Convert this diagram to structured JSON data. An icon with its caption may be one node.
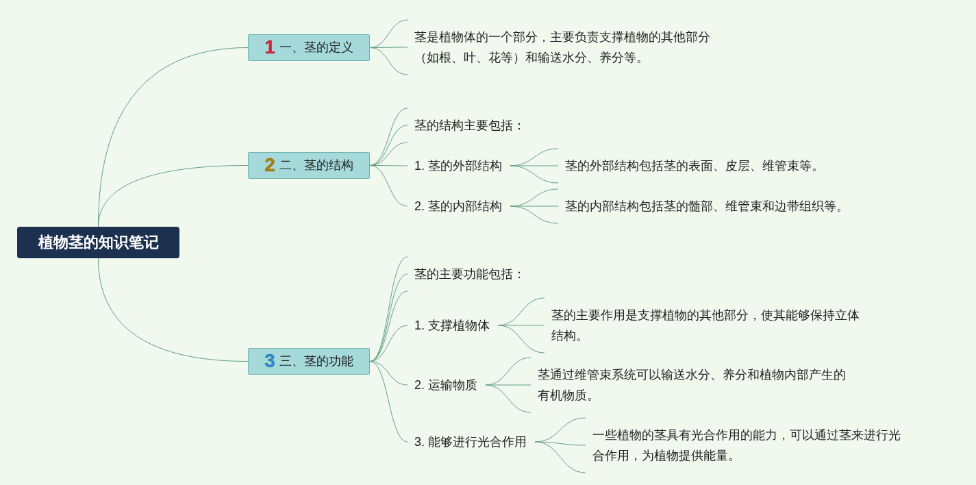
{
  "diagram": {
    "nodes": [
      {
        "text": [
          "植物茎的知识笔记"
        ]
      },
      {
        "text": [
          "1",
          "一、茎的定义"
        ]
      },
      {
        "text": [
          "茎是植物体的一个部分，主要负责支撑植物的其他部分（如根、叶、花等）和输送水分、养分等。"
        ]
      },
      {
        "text": [
          "2",
          "二、茎的结构"
        ]
      },
      {
        "text": [
          "茎的结构主要包括："
        ]
      },
      {
        "text": [
          "1. 茎的外部结构"
        ]
      },
      {
        "text": [
          "茎的外部结构包括茎的表面、皮层、维管束等。"
        ]
      },
      {
        "text": [
          "2. 茎的内部结构"
        ]
      },
      {
        "text": [
          "茎的内部结构包括茎的髓部、维管束和边带组织等。"
        ]
      },
      {
        "text": [
          "3",
          "三、茎的功能"
        ]
      },
      {
        "text": [
          "茎的主要功能包括："
        ]
      },
      {
        "text": [
          "1. 支撑植物体"
        ]
      },
      {
        "text": [
          "茎的主要作用是支撑植物的其他部分，使其能够保持立体结构。"
        ]
      },
      {
        "text": [
          "2. 运输物质"
        ]
      },
      {
        "text": [
          "茎通过维管束系统可以输送水分、养分和植物内部产生的有机物质。"
        ]
      },
      {
        "text": [
          "3. 能够进行光合作用"
        ]
      },
      {
        "text": [
          "一些植物的茎具有光合作用的能力，可以通过茎来进行光合作用，为植物提供能量。"
        ]
      }
    ],
    "edges": [
      {
        "from": 0,
        "to": 1,
        "arrow": "none"
      },
      {
        "from": 0,
        "to": 3,
        "arrow": "none"
      },
      {
        "from": 0,
        "to": 9,
        "arrow": "none"
      },
      {
        "from": 1,
        "to": 2,
        "arrow": "none"
      },
      {
        "from": 3,
        "to": 4,
        "arrow": "none"
      },
      {
        "from": 3,
        "to": 5,
        "arrow": "none"
      },
      {
        "from": 3,
        "to": 7,
        "arrow": "none"
      },
      {
        "from": 5,
        "to": 6,
        "arrow": "none"
      },
      {
        "from": 7,
        "to": 8,
        "arrow": "none"
      },
      {
        "from": 9,
        "to": 10,
        "arrow": "none"
      },
      {
        "from": 9,
        "to": 11,
        "arrow": "none"
      },
      {
        "from": 9,
        "to": 13,
        "arrow": "none"
      },
      {
        "from": 9,
        "to": 15,
        "arrow": "none"
      },
      {
        "from": 11,
        "to": 12,
        "arrow": "none"
      },
      {
        "from": 13,
        "to": 14,
        "arrow": "none"
      },
      {
        "from": 15,
        "to": 16,
        "arrow": "none"
      }
    ]
  }
}
